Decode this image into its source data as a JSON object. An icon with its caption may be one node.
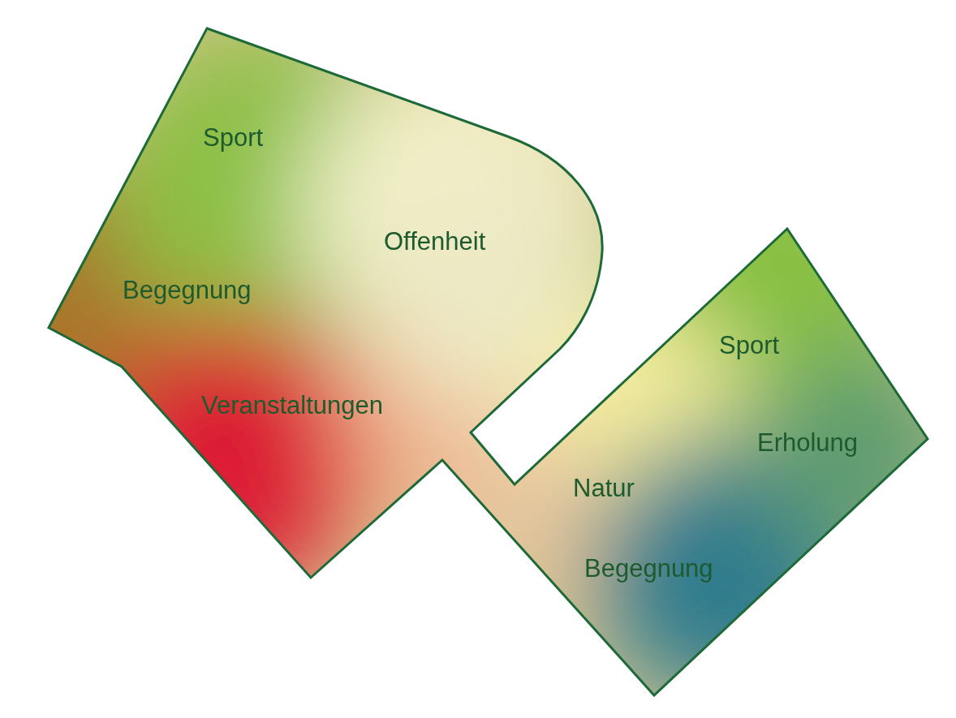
{
  "diagram": {
    "nodes": [
      {
        "text": [
          "Sport",
          "Offenheit",
          "Begegnung",
          "Veranstaltungen",
          "Sport",
          "Erholung",
          "Natur",
          "Begegnung"
        ]
      }
    ]
  }
}
